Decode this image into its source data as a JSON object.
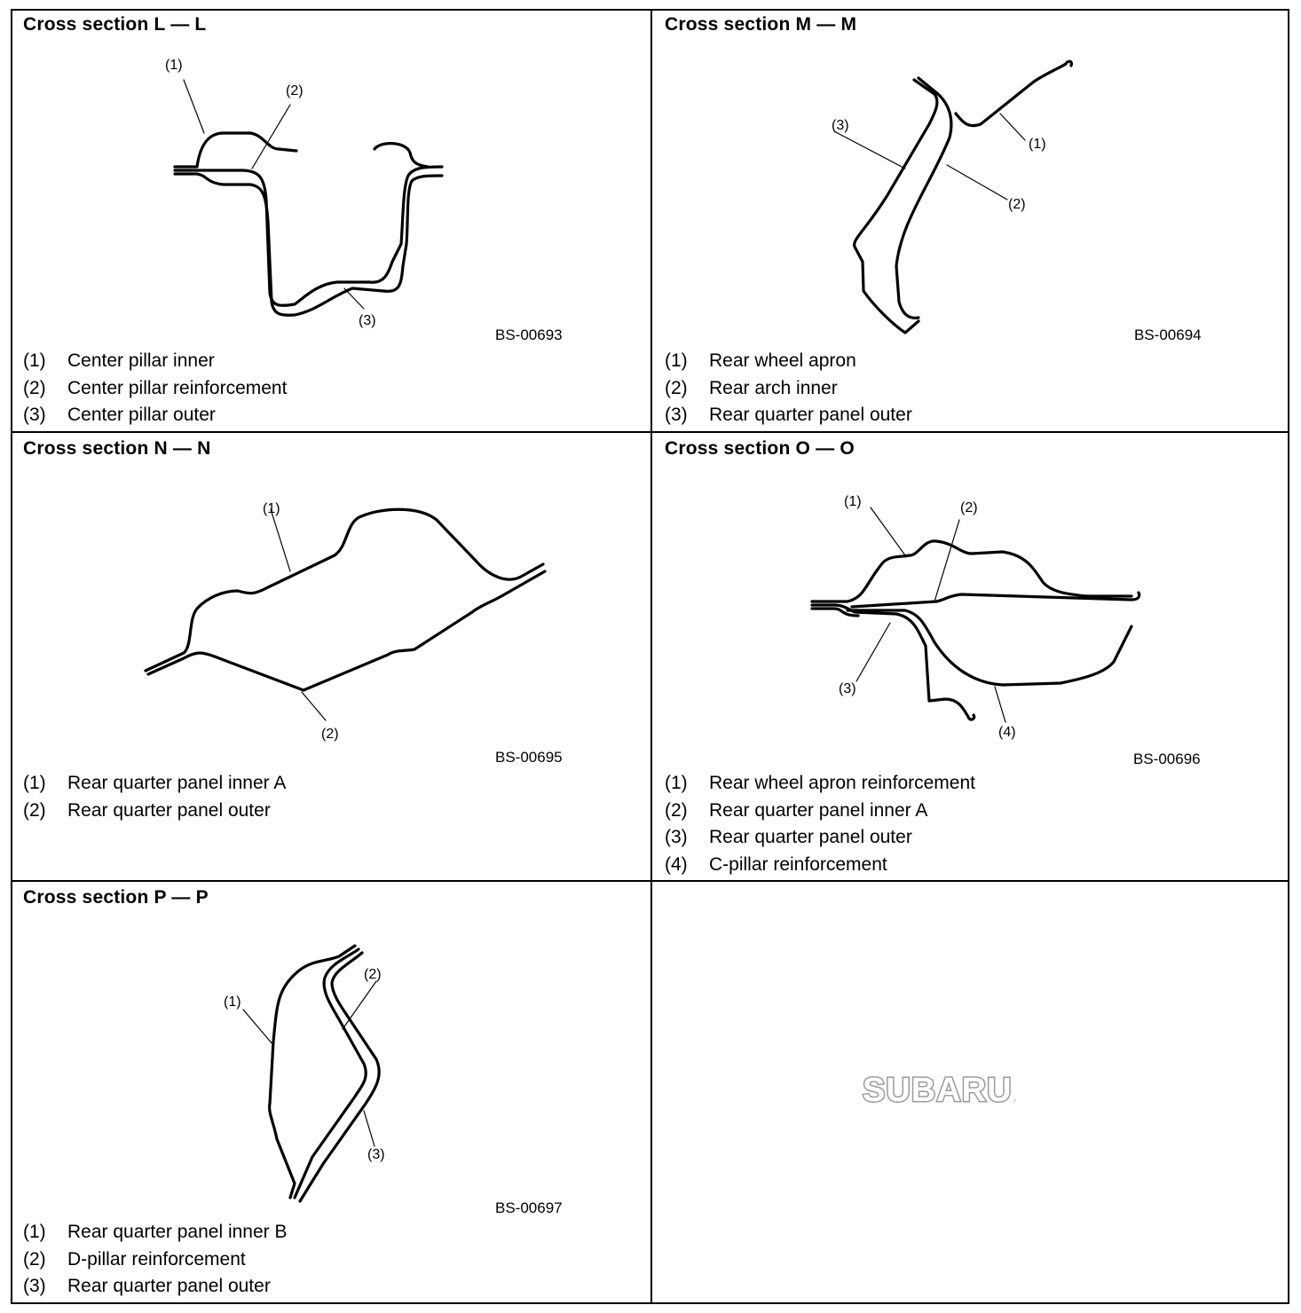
{
  "panels": [
    {
      "title": "Cross section L — L",
      "figure_id": "BS-00693",
      "callouts": [
        "(1)",
        "(2)",
        "(3)"
      ],
      "legend": [
        {
          "num": "(1)",
          "text": "Center pillar inner"
        },
        {
          "num": "(2)",
          "text": "Center pillar reinforcement"
        },
        {
          "num": "(3)",
          "text": "Center pillar outer"
        }
      ]
    },
    {
      "title": "Cross section M — M",
      "figure_id": "BS-00694",
      "callouts": [
        "(1)",
        "(2)",
        "(3)"
      ],
      "legend": [
        {
          "num": "(1)",
          "text": "Rear wheel apron"
        },
        {
          "num": "(2)",
          "text": "Rear arch inner"
        },
        {
          "num": "(3)",
          "text": "Rear quarter panel outer"
        }
      ]
    },
    {
      "title": "Cross section N — N",
      "figure_id": "BS-00695",
      "callouts": [
        "(1)",
        "(2)"
      ],
      "legend": [
        {
          "num": "(1)",
          "text": "Rear quarter panel inner A"
        },
        {
          "num": "(2)",
          "text": "Rear quarter panel outer"
        }
      ]
    },
    {
      "title": "Cross section O — O",
      "figure_id": "BS-00696",
      "callouts": [
        "(1)",
        "(2)",
        "(3)",
        "(4)"
      ],
      "legend": [
        {
          "num": "(1)",
          "text": "Rear wheel apron reinforcement"
        },
        {
          "num": "(2)",
          "text": "Rear quarter panel inner A"
        },
        {
          "num": "(3)",
          "text": "Rear quarter panel outer"
        },
        {
          "num": "(4)",
          "text": "C-pillar reinforcement"
        }
      ]
    },
    {
      "title": "Cross section P — P",
      "figure_id": "BS-00697",
      "callouts": [
        "(1)",
        "(2)",
        "(3)"
      ],
      "legend": [
        {
          "num": "(1)",
          "text": "Rear quarter panel inner B"
        },
        {
          "num": "(2)",
          "text": "D-pillar reinforcement"
        },
        {
          "num": "(3)",
          "text": "Rear quarter panel outer"
        }
      ]
    }
  ],
  "logo": {
    "text": "SUBARU",
    "mark": "."
  }
}
